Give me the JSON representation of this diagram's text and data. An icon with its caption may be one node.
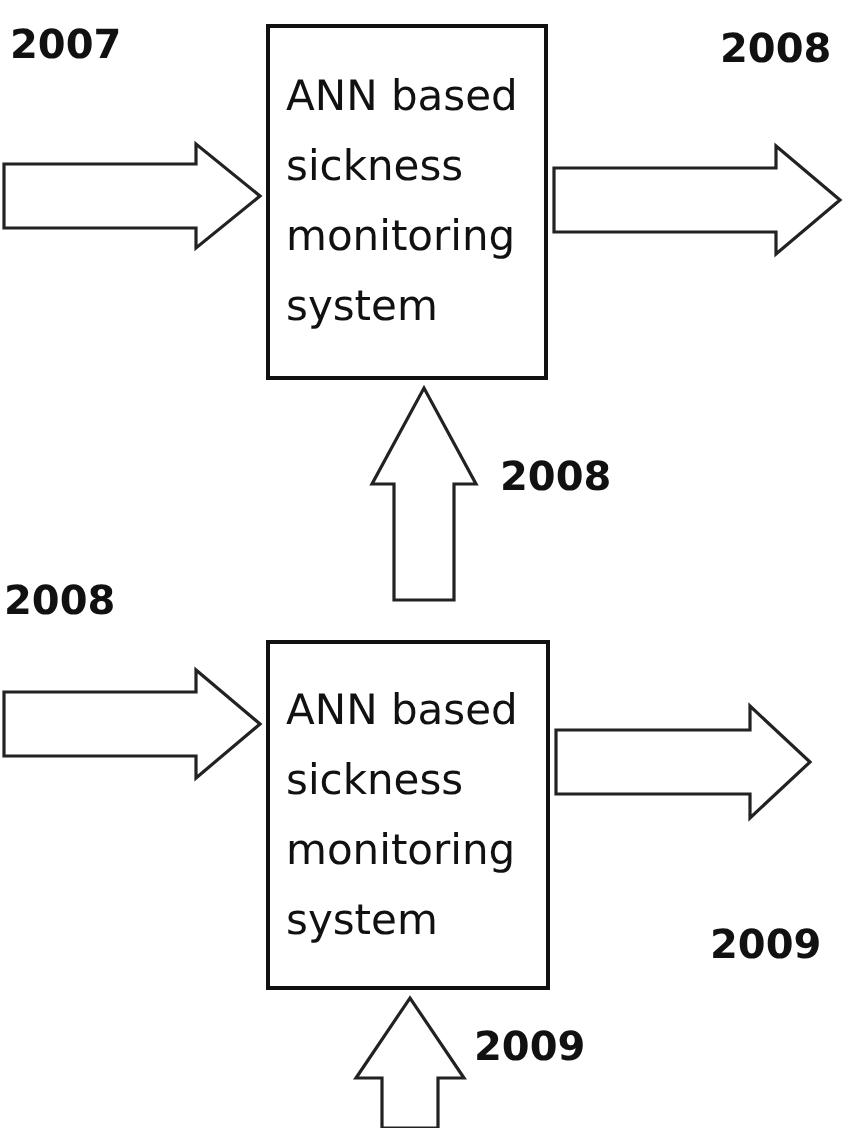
{
  "diagram": {
    "nodes": [
      {
        "text": [
          "ANN based sickness monitoring system"
        ]
      },
      {
        "text": [
          "ANN based sickness monitoring system"
        ]
      }
    ],
    "edges": [
      {
        "from": null,
        "to": 0,
        "arrow": "to",
        "label": "2007"
      },
      {
        "from": 0,
        "to": null,
        "arrow": "to",
        "label": "2008"
      },
      {
        "from": null,
        "to": 0,
        "arrow": "to",
        "label": "2008"
      },
      {
        "from": null,
        "to": 1,
        "arrow": "to",
        "label": "2008"
      },
      {
        "from": 1,
        "to": null,
        "arrow": "to",
        "label": "2009"
      },
      {
        "from": null,
        "to": 1,
        "arrow": "to",
        "label": "2009"
      }
    ]
  }
}
